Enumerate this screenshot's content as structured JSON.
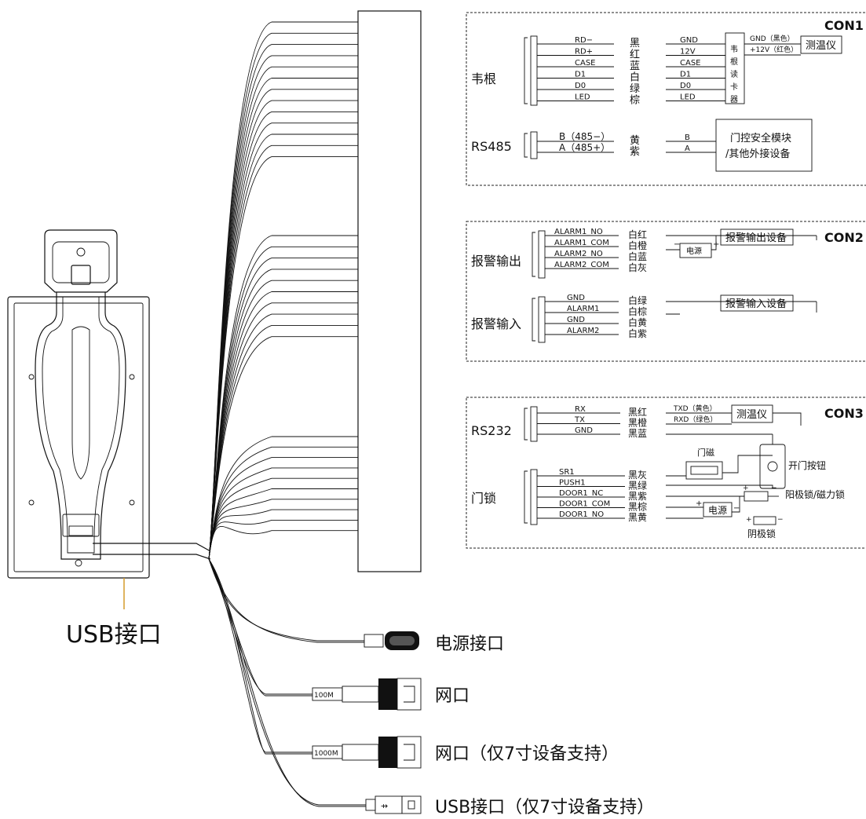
{
  "usb_label": "USB接口",
  "panel_con1": {
    "title": "CON1",
    "wiegand": {
      "group_label": "韦根",
      "signals": [
        "RD−",
        "RD+",
        "CASE",
        "D1",
        "D0",
        "LED"
      ],
      "colors": [
        "黑",
        "红",
        "蓝",
        "白",
        "绿",
        "棕"
      ],
      "reader_pins": [
        "GND",
        "12V",
        "CASE",
        "D1",
        "D0",
        "LED"
      ],
      "reader_label": [
        "韦",
        "根",
        "读",
        "卡",
        "器"
      ],
      "thermo_power": [
        "GND（黑色）",
        "+12V（红色）"
      ],
      "thermo_label": "测温仪"
    },
    "rs485": {
      "group_label": "RS485",
      "signals": [
        "B（485−）",
        "A（485+）"
      ],
      "colors": [
        "黄",
        "紫"
      ],
      "pins": [
        "B",
        "A"
      ],
      "device_lines": [
        "门控安全模块",
        "/其他外接设备"
      ]
    }
  },
  "panel_con2": {
    "title": "CON2",
    "alarm_out": {
      "group_label": "报警输出",
      "signals": [
        "ALARM1_NO",
        "ALARM1_COM",
        "ALARM2_NO",
        "ALARM2_COM"
      ],
      "colors": [
        "白红",
        "白橙",
        "白蓝",
        "白灰"
      ],
      "power_label": "电源",
      "power_minus": "−",
      "power_plus": "+",
      "device_label": "报警输出设备"
    },
    "alarm_in": {
      "group_label": "报警输入",
      "signals": [
        "GND",
        "ALARM1",
        "GND",
        "ALARM2"
      ],
      "colors": [
        "白绿",
        "白棕",
        "白黄",
        "白紫"
      ],
      "device_label": "报警输入设备"
    }
  },
  "panel_con3": {
    "title": "CON3",
    "rs232": {
      "group_label": "RS232",
      "signals": [
        "RX",
        "TX",
        "GND"
      ],
      "colors": [
        "黑红",
        "黑橙",
        "黑蓝"
      ],
      "thermo_pins": [
        "TXD（黄色）",
        "RXD（绿色）"
      ],
      "thermo_label": "测温仪"
    },
    "lock": {
      "group_label": "门锁",
      "signals": [
        "SR1",
        "PUSH1",
        "DOOR1_NC",
        "DOOR1_COM",
        "DOOR1_NO"
      ],
      "colors": [
        "黑灰",
        "黑绿",
        "黑紫",
        "黑棕",
        "黑黄"
      ],
      "sensor_label": "门磁",
      "button_label": "开门按钮",
      "anode_lock_label": "阳极锁/磁力锁",
      "cathode_lock_label": "阴极锁",
      "power_label": "电源",
      "plus": "+",
      "minus": "−"
    }
  },
  "connectors": [
    {
      "label": "电源接口",
      "tag": "",
      "icon": "dc-power-plug-icon"
    },
    {
      "label": "网口",
      "tag": "100M",
      "icon": "rj45-plug-icon"
    },
    {
      "label": "网口（仅7寸设备支持）",
      "tag": "1000M",
      "icon": "rj45-plug-icon"
    },
    {
      "label": "USB接口（仅7寸设备支持）",
      "tag": "",
      "icon": "usb-plug-icon"
    }
  ]
}
